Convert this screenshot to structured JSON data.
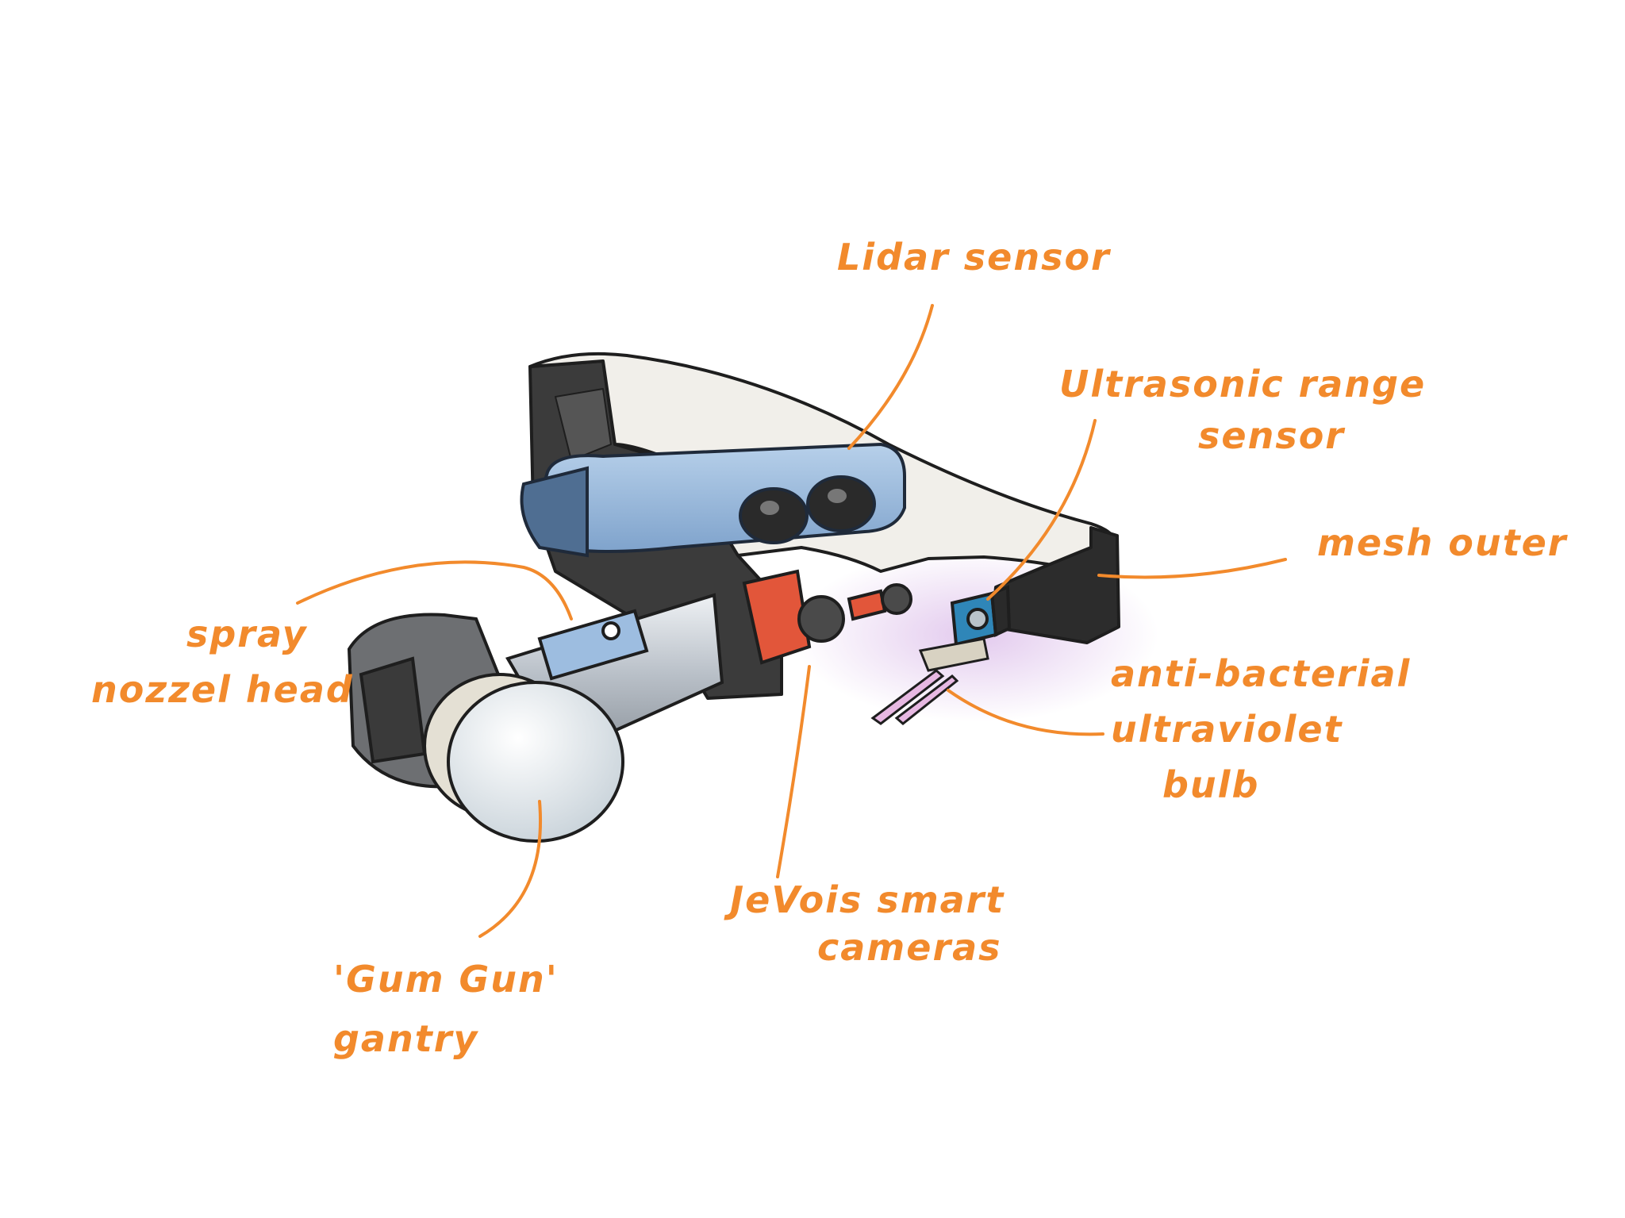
{
  "colors": {
    "annotation": "#f28a2c",
    "housing_white": "#f1efea",
    "housing_dark": "#3b3b3b",
    "lidar_blue": "#9dbde0",
    "camera_red": "#e2563a",
    "sensor_blue": "#2f86b8",
    "uv_glow": "#d9b8e8",
    "uv_bulb": "#e7b8e2",
    "nozzle_white": "#e6ebee",
    "rail_silver": "#c7ccd2",
    "motor_grey": "#6d6f72"
  },
  "labels": {
    "lidar": "Lidar sensor",
    "ultrasonic_line1": "Ultrasonic range",
    "ultrasonic_line2": "sensor",
    "mesh": "mesh outer",
    "uv_line1": "anti-bacterial",
    "uv_line2": "ultraviolet",
    "uv_line3": "bulb",
    "spray_line1": "spray",
    "spray_line2": "nozzel head",
    "jevois_line1": "JeVois smart",
    "jevois_line2": "cameras",
    "gum_line1": "'Gum Gun'",
    "gum_line2": "gantry"
  }
}
